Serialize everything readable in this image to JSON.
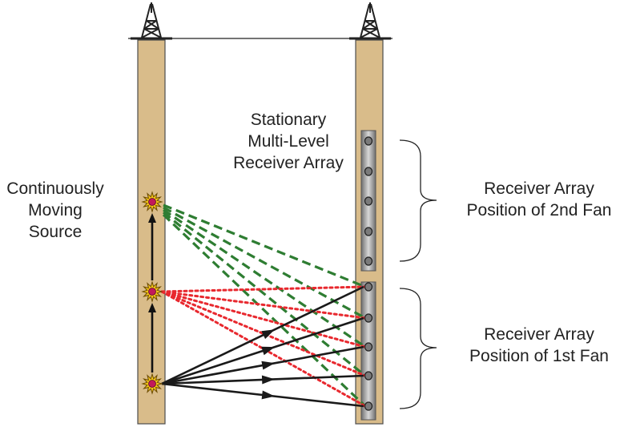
{
  "labels": {
    "receiver_array": [
      "Stationary",
      "Multi-Level",
      "Receiver Array"
    ],
    "source": [
      "Continuously",
      "Moving",
      "Source"
    ],
    "fan2": [
      "Receiver Array",
      "Position of 2nd Fan"
    ],
    "fan1": [
      "Receiver Array",
      "Position of 1st Fan"
    ]
  },
  "colors": {
    "borehole": "#d9bc8a",
    "borehole_edge": "#4d4d4d",
    "receiver_tube": "#8a8a8a",
    "fan1_rays": "#e8282e",
    "fan2_rays": "#2e7d32",
    "transmission_rays": "#1a1a1a",
    "source_burst_outer": "#f2c418",
    "source_burst_inner": "#c2185b"
  },
  "icons": [
    "derrick-icon-left",
    "derrick-icon-right",
    "source-burst-icon",
    "receiver-icon"
  ]
}
